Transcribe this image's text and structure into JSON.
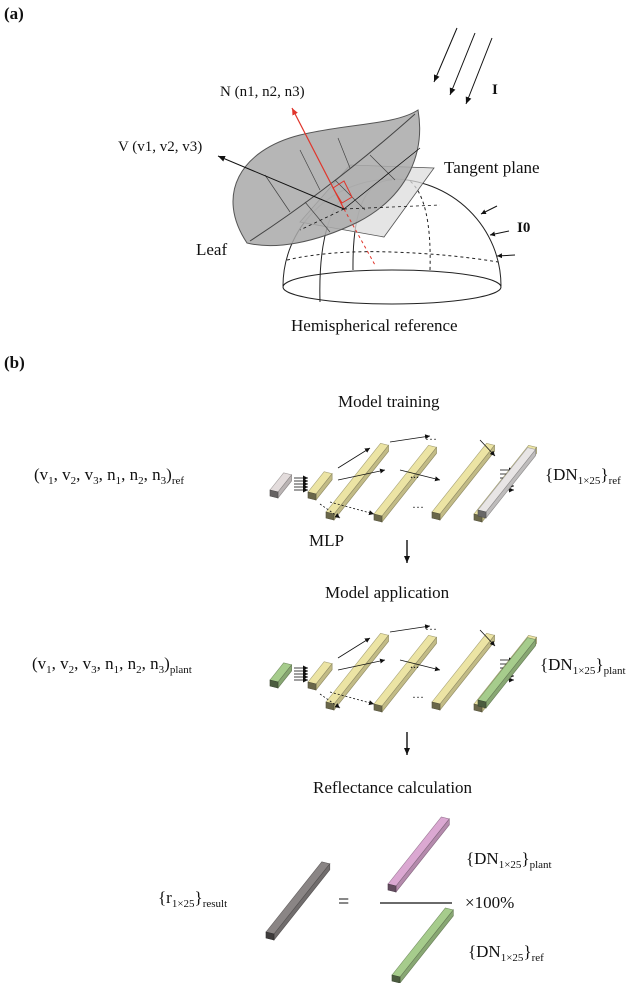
{
  "panel_a": {
    "label": "(a)",
    "normal_label": "N (n1, n2, n3)",
    "view_label": "V (v1, v2, v3)",
    "incident_label": "I",
    "reference_incident_label": "I0",
    "tangent_plane_label": "Tangent plane",
    "leaf_label": "Leaf",
    "hemisphere_label": "Hemispherical reference"
  },
  "panel_b": {
    "label": "(b)",
    "training_title": "Model training",
    "application_title": "Model application",
    "reflectance_title": "Reflectance calculation",
    "mlp_label": "MLP",
    "ellipsis": "…",
    "dots": "...",
    "equals": "=",
    "times_percent": "×100%"
  },
  "colors": {
    "input_ref": "#e3dcdc",
    "input_plant": "#a6cc8c",
    "hidden": "#ece4a4",
    "output_ref": "#e8e5e5",
    "output_plant": "#a6cc8c",
    "result": "#8a8585",
    "numerator": "#dba8d2",
    "denominator": "#a6cc8c",
    "normal_arrow": "#e0352b"
  }
}
